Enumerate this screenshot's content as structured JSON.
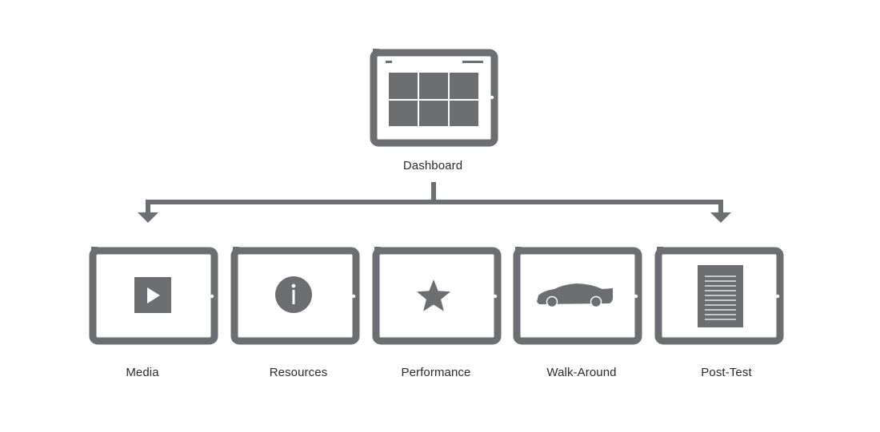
{
  "colors": {
    "device": "#6d6e71",
    "background": "#ffffff",
    "text": "#2b2b2b"
  },
  "dashboard": {
    "label": "Dashboard",
    "icon": "dashboard-grid-icon"
  },
  "children": [
    {
      "key": "media",
      "label": "Media",
      "icon": "play-icon"
    },
    {
      "key": "resources",
      "label": "Resources",
      "icon": "info-icon"
    },
    {
      "key": "performance",
      "label": "Performance",
      "icon": "star-icon"
    },
    {
      "key": "walk-around",
      "label": "Walk-Around",
      "icon": "car-icon"
    },
    {
      "key": "post-test",
      "label": "Post-Test",
      "icon": "document-icon"
    }
  ]
}
